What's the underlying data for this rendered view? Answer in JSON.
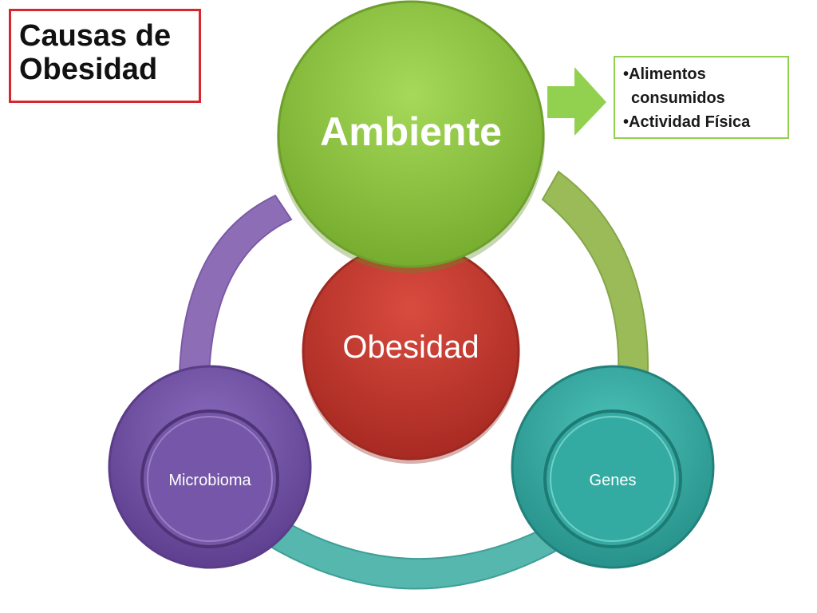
{
  "title": {
    "line1": "Causas de",
    "line2": "Obesidad"
  },
  "diagram": {
    "top_node": "Ambiente",
    "center_node": "Obesidad",
    "left_node": "Microbioma",
    "right_node": "Genes",
    "callout_items": [
      "Alimentos consumidos",
      "Actividad Física"
    ]
  },
  "colors": {
    "ambiente": "#8cc63f",
    "obesidad": "#c0392b",
    "microbioma": "#6f4ea0",
    "genes": "#31a8a0",
    "arrow": "#92d050",
    "title_border": "#d9262e",
    "callout_border": "#92d050",
    "ring_left": "#8e6db7",
    "ring_right": "#9bbb59",
    "ring_bottom": "#55b7ad"
  }
}
